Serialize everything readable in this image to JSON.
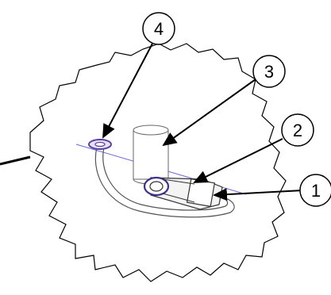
{
  "diagram": {
    "callouts": [
      {
        "number": "1"
      },
      {
        "number": "2"
      },
      {
        "number": "3"
      },
      {
        "number": "4"
      }
    ]
  }
}
